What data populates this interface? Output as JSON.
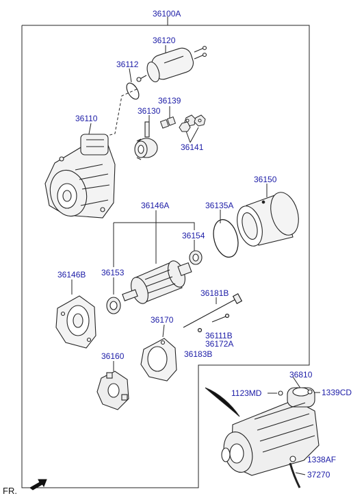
{
  "labels": {
    "p36100A": "36100A",
    "p36120": "36120",
    "p36112": "36112",
    "p36139": "36139",
    "p36130": "36130",
    "p36110": "36110",
    "p36141": "36141",
    "p36150": "36150",
    "p36146A": "36146A",
    "p36135A": "36135A",
    "p36154": "36154",
    "p36146B": "36146B",
    "p36153": "36153",
    "p36181B": "36181B",
    "p36170": "36170",
    "p36111B": "36111B",
    "p36172A": "36172A",
    "p36183B": "36183B",
    "p36160": "36160",
    "p36810": "36810",
    "p1123MD": "1123MD",
    "p1339CD": "1339CD",
    "p1338AF": "1338AF",
    "p37270": "37270",
    "fr": "FR."
  },
  "colors": {
    "label": "#1a1aa6",
    "line": "#222222"
  },
  "icons": {
    "fr_arrow": "arrow-left-down-icon"
  }
}
